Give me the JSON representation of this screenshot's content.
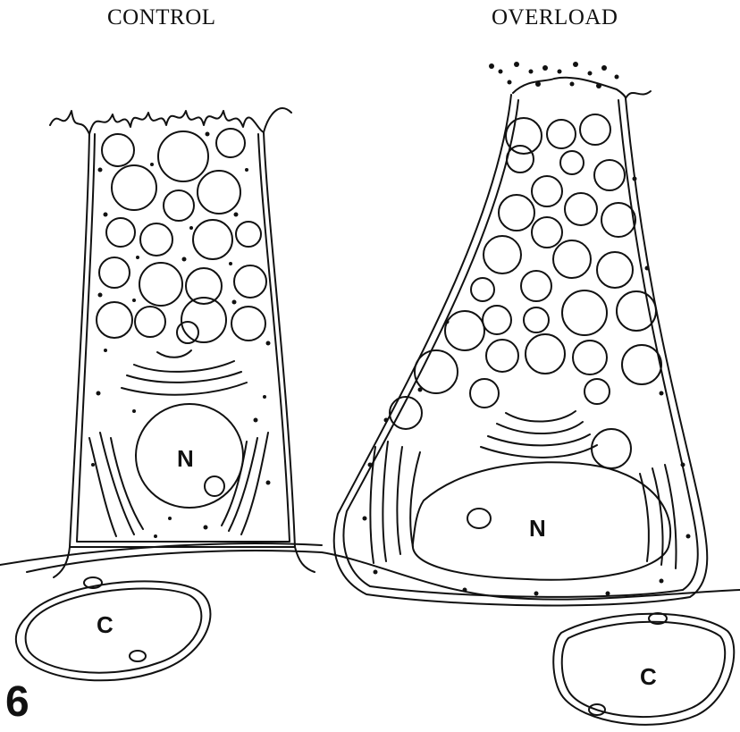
{
  "panels": {
    "control_label": "CONTROL",
    "overload_label": "OVERLOAD"
  },
  "labels": {
    "nucleus": "N",
    "capillary": "C"
  },
  "figure_number": "6",
  "colors": {
    "ink": "#111111",
    "paper": "#ffffff"
  }
}
